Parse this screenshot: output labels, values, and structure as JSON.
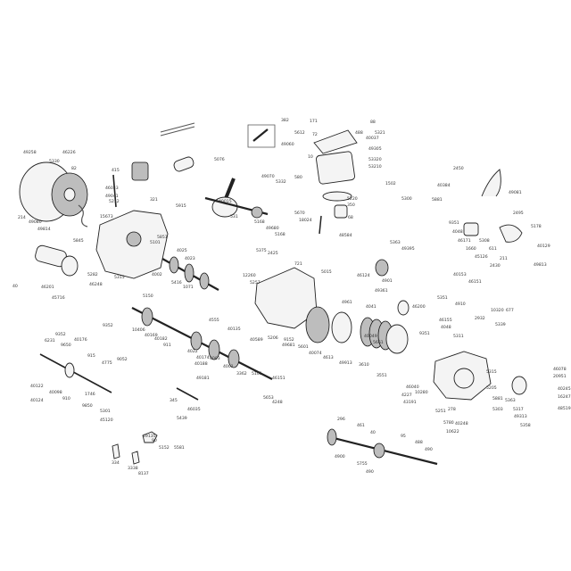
{
  "diagram": {
    "type": "exploded engine parts diagram",
    "labels": [
      "49258",
      "46226",
      "5330",
      "82",
      "214",
      "49080",
      "415",
      "46033",
      "49041",
      "5212",
      "49814",
      "40",
      "46201",
      "45716",
      "5845",
      "5282",
      "46248",
      "5315",
      "321",
      "5915",
      "15673",
      "5101",
      "5851",
      "4025",
      "4023",
      "4002",
      "5416",
      "1071",
      "5076",
      "40015",
      "531",
      "49070",
      "5332",
      "5168",
      "49680",
      "5168",
      "382",
      "171",
      "5612",
      "49060",
      "72",
      "10",
      "53320",
      "53210",
      "580",
      "5220",
      "350",
      "5670",
      "18024",
      "68",
      "48584",
      "1502",
      "5300",
      "88",
      "5321",
      "488",
      "40037",
      "49305",
      "2425",
      "5375",
      "12260",
      "5257",
      "721",
      "5015",
      "46124",
      "4901",
      "49361",
      "4961",
      "2450",
      "40384",
      "49081",
      "5881",
      "2495",
      "5178",
      "9351",
      "4048",
      "46171",
      "5308",
      "1660",
      "611",
      "45126",
      "2430",
      "211",
      "40129",
      "49813",
      "5363",
      "49395",
      "40153",
      "46151",
      "5351",
      "4910",
      "46200",
      "46155",
      "4048",
      "4041",
      "2932",
      "10320",
      "677",
      "5339",
      "5311",
      "40049",
      "5661",
      "9351",
      "40074",
      "5601",
      "4613",
      "49913",
      "3610",
      "3551",
      "46040",
      "4227",
      "10280",
      "43191",
      "5251",
      "278",
      "5780",
      "10622",
      "40248",
      "5315",
      "5205",
      "5881",
      "5303",
      "5363",
      "5317",
      "49313",
      "5358",
      "46078",
      "20951",
      "40245",
      "16247",
      "48519",
      "296",
      "461",
      "40",
      "95",
      "488",
      "490",
      "4900",
      "5755",
      "490",
      "9352",
      "6231",
      "9650",
      "40176",
      "915",
      "4775",
      "9052",
      "40122",
      "40098",
      "40124",
      "910",
      "1746",
      "9850",
      "5301",
      "45120",
      "9352",
      "5150",
      "10406",
      "40169",
      "40182",
      "911",
      "4555",
      "4022",
      "40174",
      "40188",
      "4003",
      "40135",
      "4001",
      "40589",
      "3362",
      "5101",
      "5206",
      "9152",
      "49681",
      "46151",
      "5653",
      "4248",
      "49181",
      "345",
      "46035",
      "5439",
      "49135",
      "90",
      "5152",
      "5581",
      "334",
      "3338",
      "8137"
    ]
  }
}
